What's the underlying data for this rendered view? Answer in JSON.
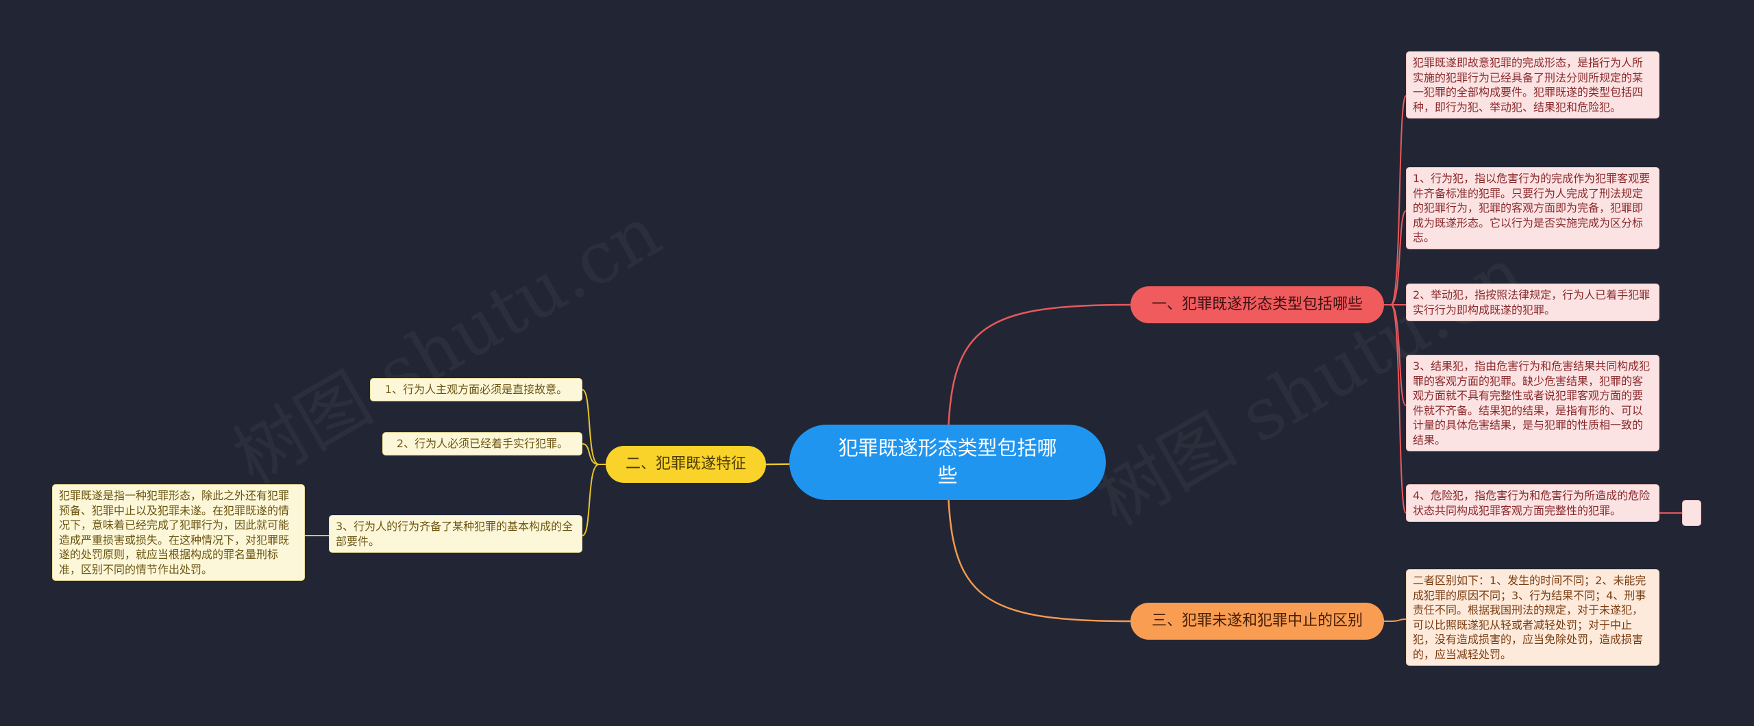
{
  "colors": {
    "background": "#222634",
    "root": "#1f95f0",
    "branch_red": "#f05b5e",
    "branch_yellow": "#f9d22a",
    "branch_orange": "#f99d52",
    "link_red": "#e8585b",
    "link_yellow": "#e8c52a",
    "link_orange": "#f39a4f"
  },
  "watermarks": [
    "树图 shutu.cn",
    "树图 shutu.cn"
  ],
  "root": {
    "label": "犯罪既遂形态类型包括哪些"
  },
  "branches": {
    "types": {
      "label": "一、犯罪既遂形态类型包括哪些",
      "leaves": [
        "犯罪既遂即故意犯罪的完成形态，是指行为人所实施的犯罪行为已经具备了刑法分则所规定的某一犯罪的全部构成要件。犯罪既遂的类型包括四种，即行为犯、举动犯、结果犯和危险犯。",
        "1、行为犯，指以危害行为的完成作为犯罪客观要件齐备标准的犯罪。只要行为人完成了刑法规定的犯罪行为，犯罪的客观方面即为完备，犯罪即成为既遂形态。它以行为是否实施完成为区分标志。",
        "2、举动犯，指按照法律规定，行为人已着手犯罪实行行为即构成既遂的犯罪。",
        "3、结果犯，指由危害行为和危害结果共同构成犯罪的客观方面的犯罪。缺少危害结果，犯罪的客观方面就不具有完整性或者说犯罪客观方面的要件就不齐备。结果犯的结果，是指有形的、可以计量的具体危害结果，是与犯罪的性质相一致的结果。",
        "4、危险犯，指危害行为和危害行为所造成的危险状态共同构成犯罪客观方面完整性的犯罪。"
      ]
    },
    "features": {
      "label": "二、犯罪既遂特征",
      "leaves": [
        "1、行为人主观方面必须是直接故意。",
        "2、行为人必须已经着手实行犯罪。",
        "3、行为人的行为齐备了某种犯罪的基本构成的全部要件。"
      ],
      "sub_leaf": "犯罪既遂是指一种犯罪形态，除此之外还有犯罪预备、犯罪中止以及犯罪未遂。在犯罪既遂的情况下，意味着已经完成了犯罪行为，因此就可能造成严重损害或损失。在这种情况下，对犯罪既遂的处罚原则，就应当根据构成的罪名量刑标准，区别不同的情节作出处罚。"
    },
    "difference": {
      "label": "三、犯罪未遂和犯罪中止的区别",
      "leaves": [
        "二者区别如下：1、发生的时间不同；2、未能完成犯罪的原因不同；3、行为结果不同；4、刑事责任不同。根据我国刑法的规定，对于未遂犯，可以比照既遂犯从轻或者减轻处罚；对于中止犯，没有造成损害的，应当免除处罚，造成损害的，应当减轻处罚。"
      ]
    }
  }
}
